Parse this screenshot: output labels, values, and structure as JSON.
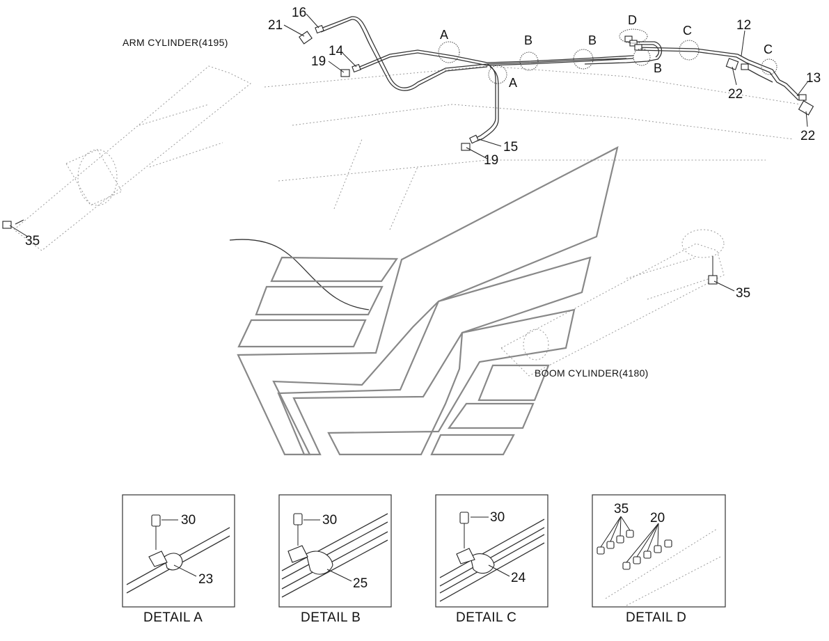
{
  "titles": {
    "arm_cylinder": "ARM CYLINDER(4195)",
    "boom_cylinder": "BOOM CYLINDER(4180)"
  },
  "callouts": {
    "p12": "12",
    "p13": "13",
    "p14": "14",
    "p15": "15",
    "p16": "16",
    "p19a": "19",
    "p19b": "19",
    "p21": "21",
    "p22a": "22",
    "p22b": "22",
    "p35a": "35",
    "p35b": "35"
  },
  "detail_markers": {
    "a1": "A",
    "a2": "A",
    "b1": "B",
    "b2": "B",
    "b3": "B",
    "c1": "C",
    "c2": "C",
    "d": "D"
  },
  "details": [
    {
      "caption": "DETAIL  A",
      "bolt": "30",
      "clamp": "23"
    },
    {
      "caption": "DETAIL  B",
      "bolt": "30",
      "clamp": "25"
    },
    {
      "caption": "DETAIL  C",
      "bolt": "30",
      "clamp": "24"
    },
    {
      "caption": "DETAIL  D",
      "fitting_a": "35",
      "fitting_b": "20"
    }
  ]
}
